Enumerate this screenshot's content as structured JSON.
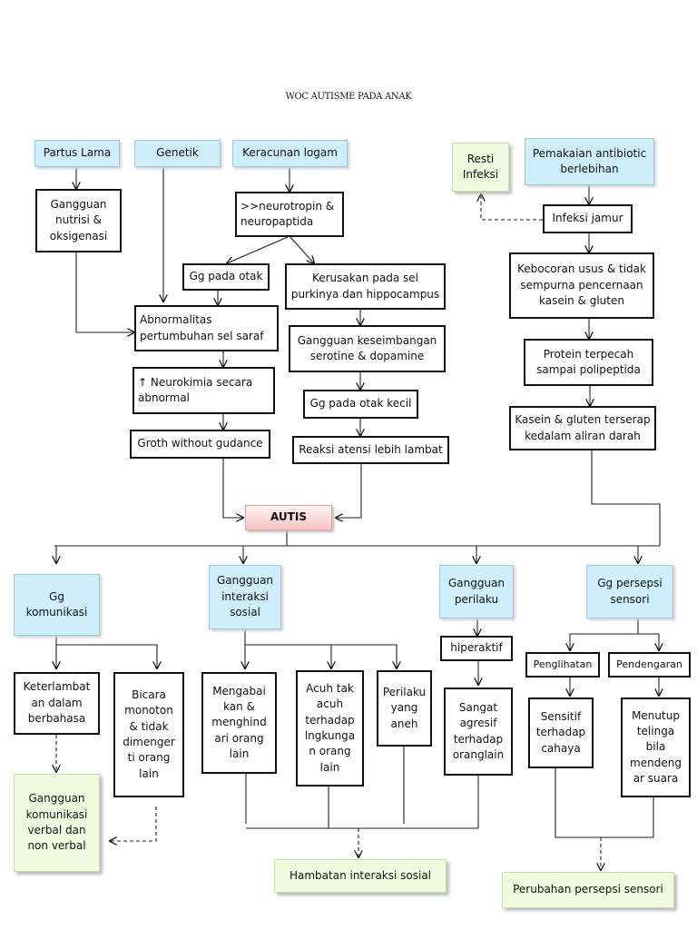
{
  "title": "WOC AUTISME PADA ANAK",
  "left": {
    "partus_lama": "Partus Lama",
    "genetik": "Genetik",
    "keracunan_logam": "Keracunan logam",
    "gangguan_nutrisi": "Gangguan nutrisi & oksigenasi",
    "neurotropin": ">>neurotropin & neuropaptida",
    "gg_pada_otak": "Gg pada otak",
    "kerusakan_sel": "Kerusakan pada sel purkinya dan hippocampus",
    "abnormalitas": "Abnormalitas pertumbuhan sel saraf",
    "gangguan_keseimbangan": "Gangguan keseimbangan serotine & dopamine",
    "neurokimia": "↑ Neurokimia secara abnormal",
    "gg_otak_kecil": "Gg pada otak kecil",
    "groth": "Groth without gudance",
    "reaksi_atensi": "Reaksi atensi lebih lambat"
  },
  "right": {
    "resti_infeksi": "Resti Infeksi",
    "antibiotic": "Pemakaian antibiotic berlebihan",
    "infeksi_jamur": "Infeksi jamur",
    "kebocoran_usus": "Kebocoran usus & tidak sempurna pencernaan kasein & gluten",
    "protein_terpecah": "Protein terpecah sampai polipeptida",
    "kasein_gluten": "Kasein & gluten terserap kedalam aliran darah"
  },
  "center": {
    "autis": "AUTIS"
  },
  "bottom": {
    "gg_komunikasi": "Gg komunikasi",
    "gangguan_interaksi": "Gangguan interaksi sosial",
    "gangguan_perilaku": "Gangguan perilaku",
    "gg_persepsi": "Gg persepsi sensori",
    "keterlambatan": "Keterlambat an dalam berbahasa",
    "bicara_monoton": "Bicara monoton & tidak dimenger ti orang lain",
    "mengabaikan": "Mengabai kan & menghind ari orang lain",
    "acuh_tak_acuh": "Acuh tak acuh terhadap lngkunga n orang lain",
    "perilaku_aneh": "Perilaku yang aneh",
    "hiperaktif": "hiperaktif",
    "sangat_agresif": "Sangat agresif terhadap oranglain",
    "penglihatan": "Penglihatan",
    "pendengaran": "Pendengaran",
    "sensitif_cahaya": "Sensitif terhadap cahaya",
    "menutup_telinga": "Menutup telinga bila mendeng ar suara",
    "gangguan_komunikasi_verbal": "Gangguan komunikasi verbal dan non verbal",
    "hambatan_interaksi": "Hambatan interaksi sosial",
    "perubahan_persepsi": "Perubahan persepsi sensori"
  }
}
